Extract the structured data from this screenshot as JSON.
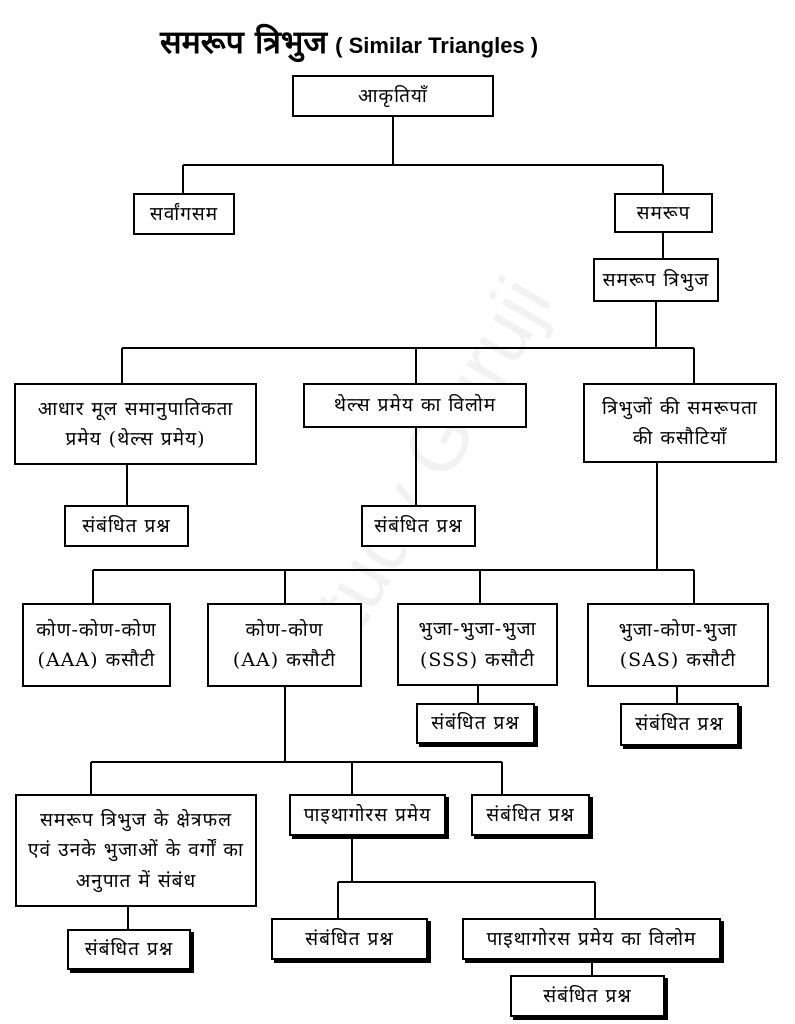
{
  "title": {
    "hindi": "समरूप  त्रिभुज",
    "english": "( Similar Triangles )"
  },
  "watermark": "Study Guruji",
  "nodes": {
    "root": "आकृतियाँ",
    "congruent": "सर्वांगसम",
    "similar": "समरूप",
    "similar_triangles": "समरूप त्रिभुज",
    "bpt": "आधार मूल समानुपातिकता प्रमेय (थेल्स प्रमेय)",
    "bpt_q": "संबंधित प्रश्न",
    "converse_thales": "थेल्स प्रमेय का विलोम",
    "converse_thales_q": "संबंधित प्रश्न",
    "criteria": "त्रिभुजों की समरूपता की कसौटियाँ",
    "aaa": "कोण-कोण-कोण (AAA) कसौटी",
    "aa": "कोण-कोण (AA) कसौटी",
    "sss": "भुजा-भुजा-भुजा (SSS) कसौटी",
    "sss_q": "संबंधित प्रश्न",
    "sas": "भुजा-कोण-भुजा (SAS) कसौटी",
    "sas_q": "संबंधित प्रश्न",
    "area_ratio": "समरूप त्रिभुज के क्षेत्रफल एवं उनके भुजाओं के वर्गों का अनुपात में संबंध",
    "area_ratio_q": "संबंधित प्रश्न",
    "pythagoras": "पाइथागोरस प्रमेय",
    "aa_q": "संबंधित प्रश्न",
    "pythagoras_q": "संबंधित प्रश्न",
    "pythagoras_converse": "पाइथागोरस प्रमेय का विलोम",
    "pythagoras_converse_q": "संबंधित प्रश्न"
  }
}
